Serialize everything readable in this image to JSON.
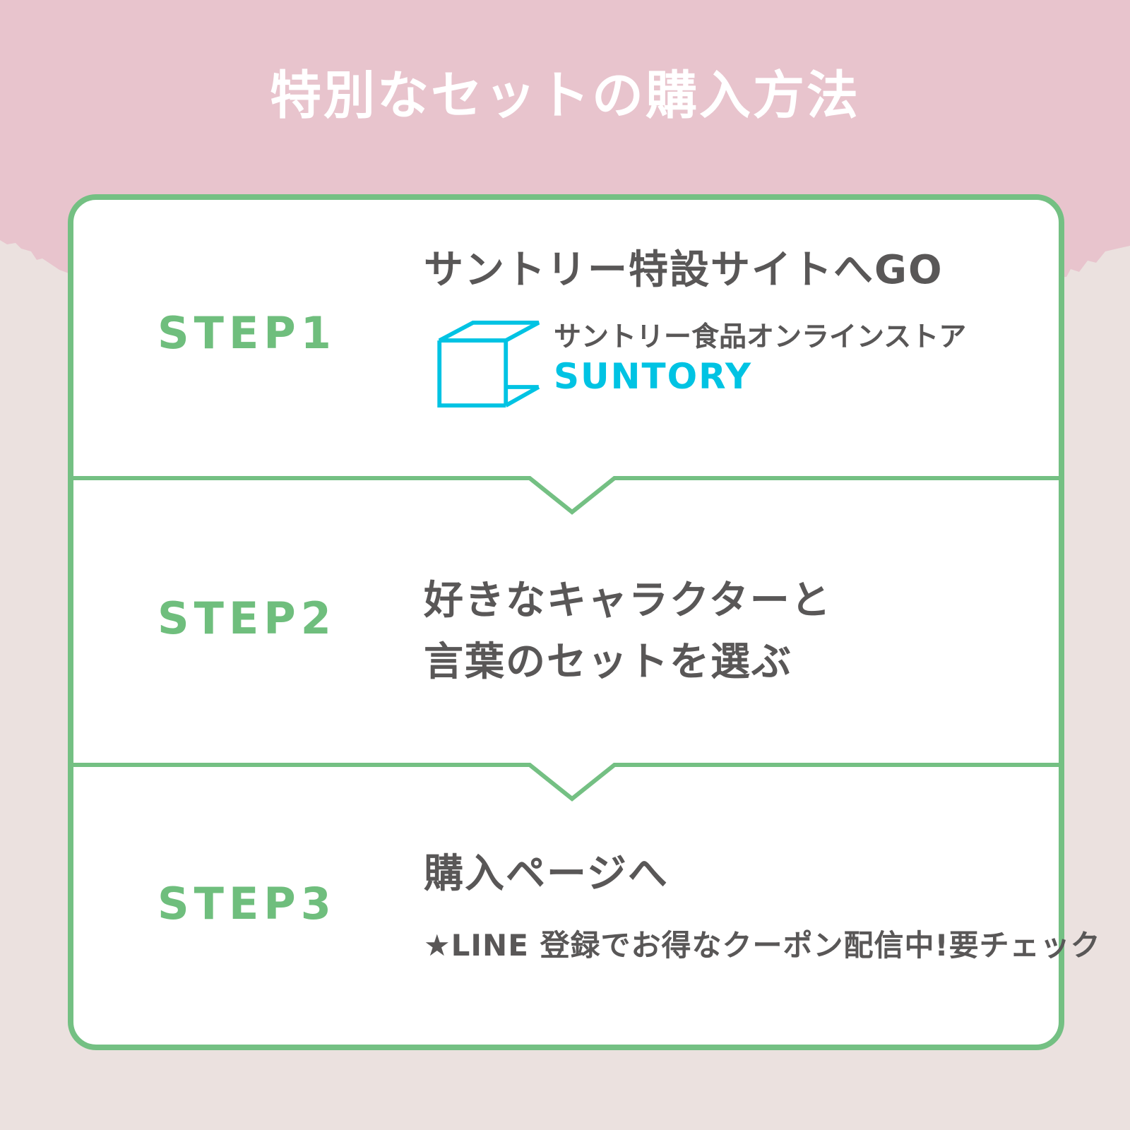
{
  "page": {
    "title": "特別なセットの購入方法"
  },
  "colors": {
    "background_pink": "#e8c4cd",
    "background_beige": "#ebe1df",
    "card_white": "#ffffff",
    "accent_green_text": "#6fbe7d",
    "border_green": "#74c083",
    "text_dark_gray": "#595757",
    "suntory_cyan": "#00c3e3",
    "title_white": "#ffffff"
  },
  "steps": [
    {
      "label": "STEP1",
      "heading": "サントリー特設サイトへGO",
      "logo": {
        "icon": "suntory-cube-logo-icon",
        "store_name": "サントリー食品オンラインストア",
        "brand": "SUNTORY"
      }
    },
    {
      "label": "STEP2",
      "lines": [
        "好きなキャラクターと",
        "言葉のセットを選ぶ"
      ]
    },
    {
      "label": "STEP3",
      "heading": "購入ページへ",
      "note": "★LINE 登録でお得なクーポン配信中!要チェック"
    }
  ]
}
